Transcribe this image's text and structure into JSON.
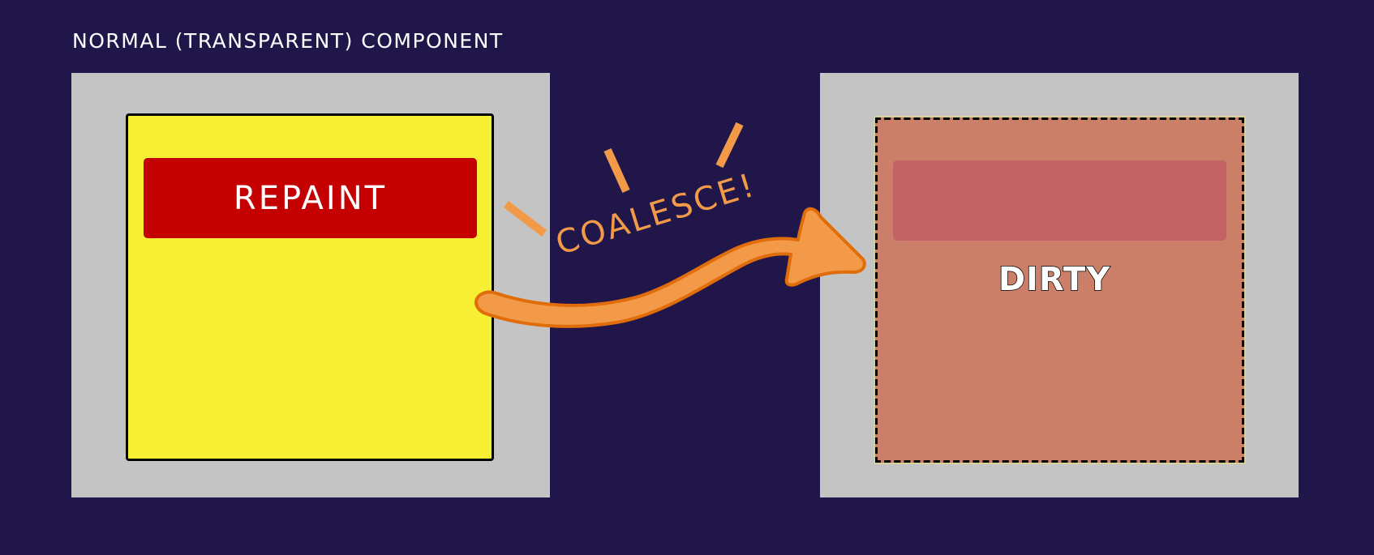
{
  "caption": "NORMAL (TRANSPARENT) COMPONENT",
  "left_component": {
    "bar_label": "REPAINT",
    "colors": {
      "panel": "#c4c4c4",
      "fill": "#f6ef33",
      "bar": "#c40000"
    }
  },
  "right_component": {
    "label": "DIRTY",
    "colors": {
      "panel": "#c4c4c4",
      "fill": "#cb7f69",
      "bar": "#c46366",
      "border": "dashed-black"
    }
  },
  "arrow": {
    "label": "COALESCE!",
    "colors": {
      "fill": "#f39a48",
      "stroke": "#e06d0a"
    },
    "icon": "curved-arrow-icon"
  },
  "background": "#21164a"
}
